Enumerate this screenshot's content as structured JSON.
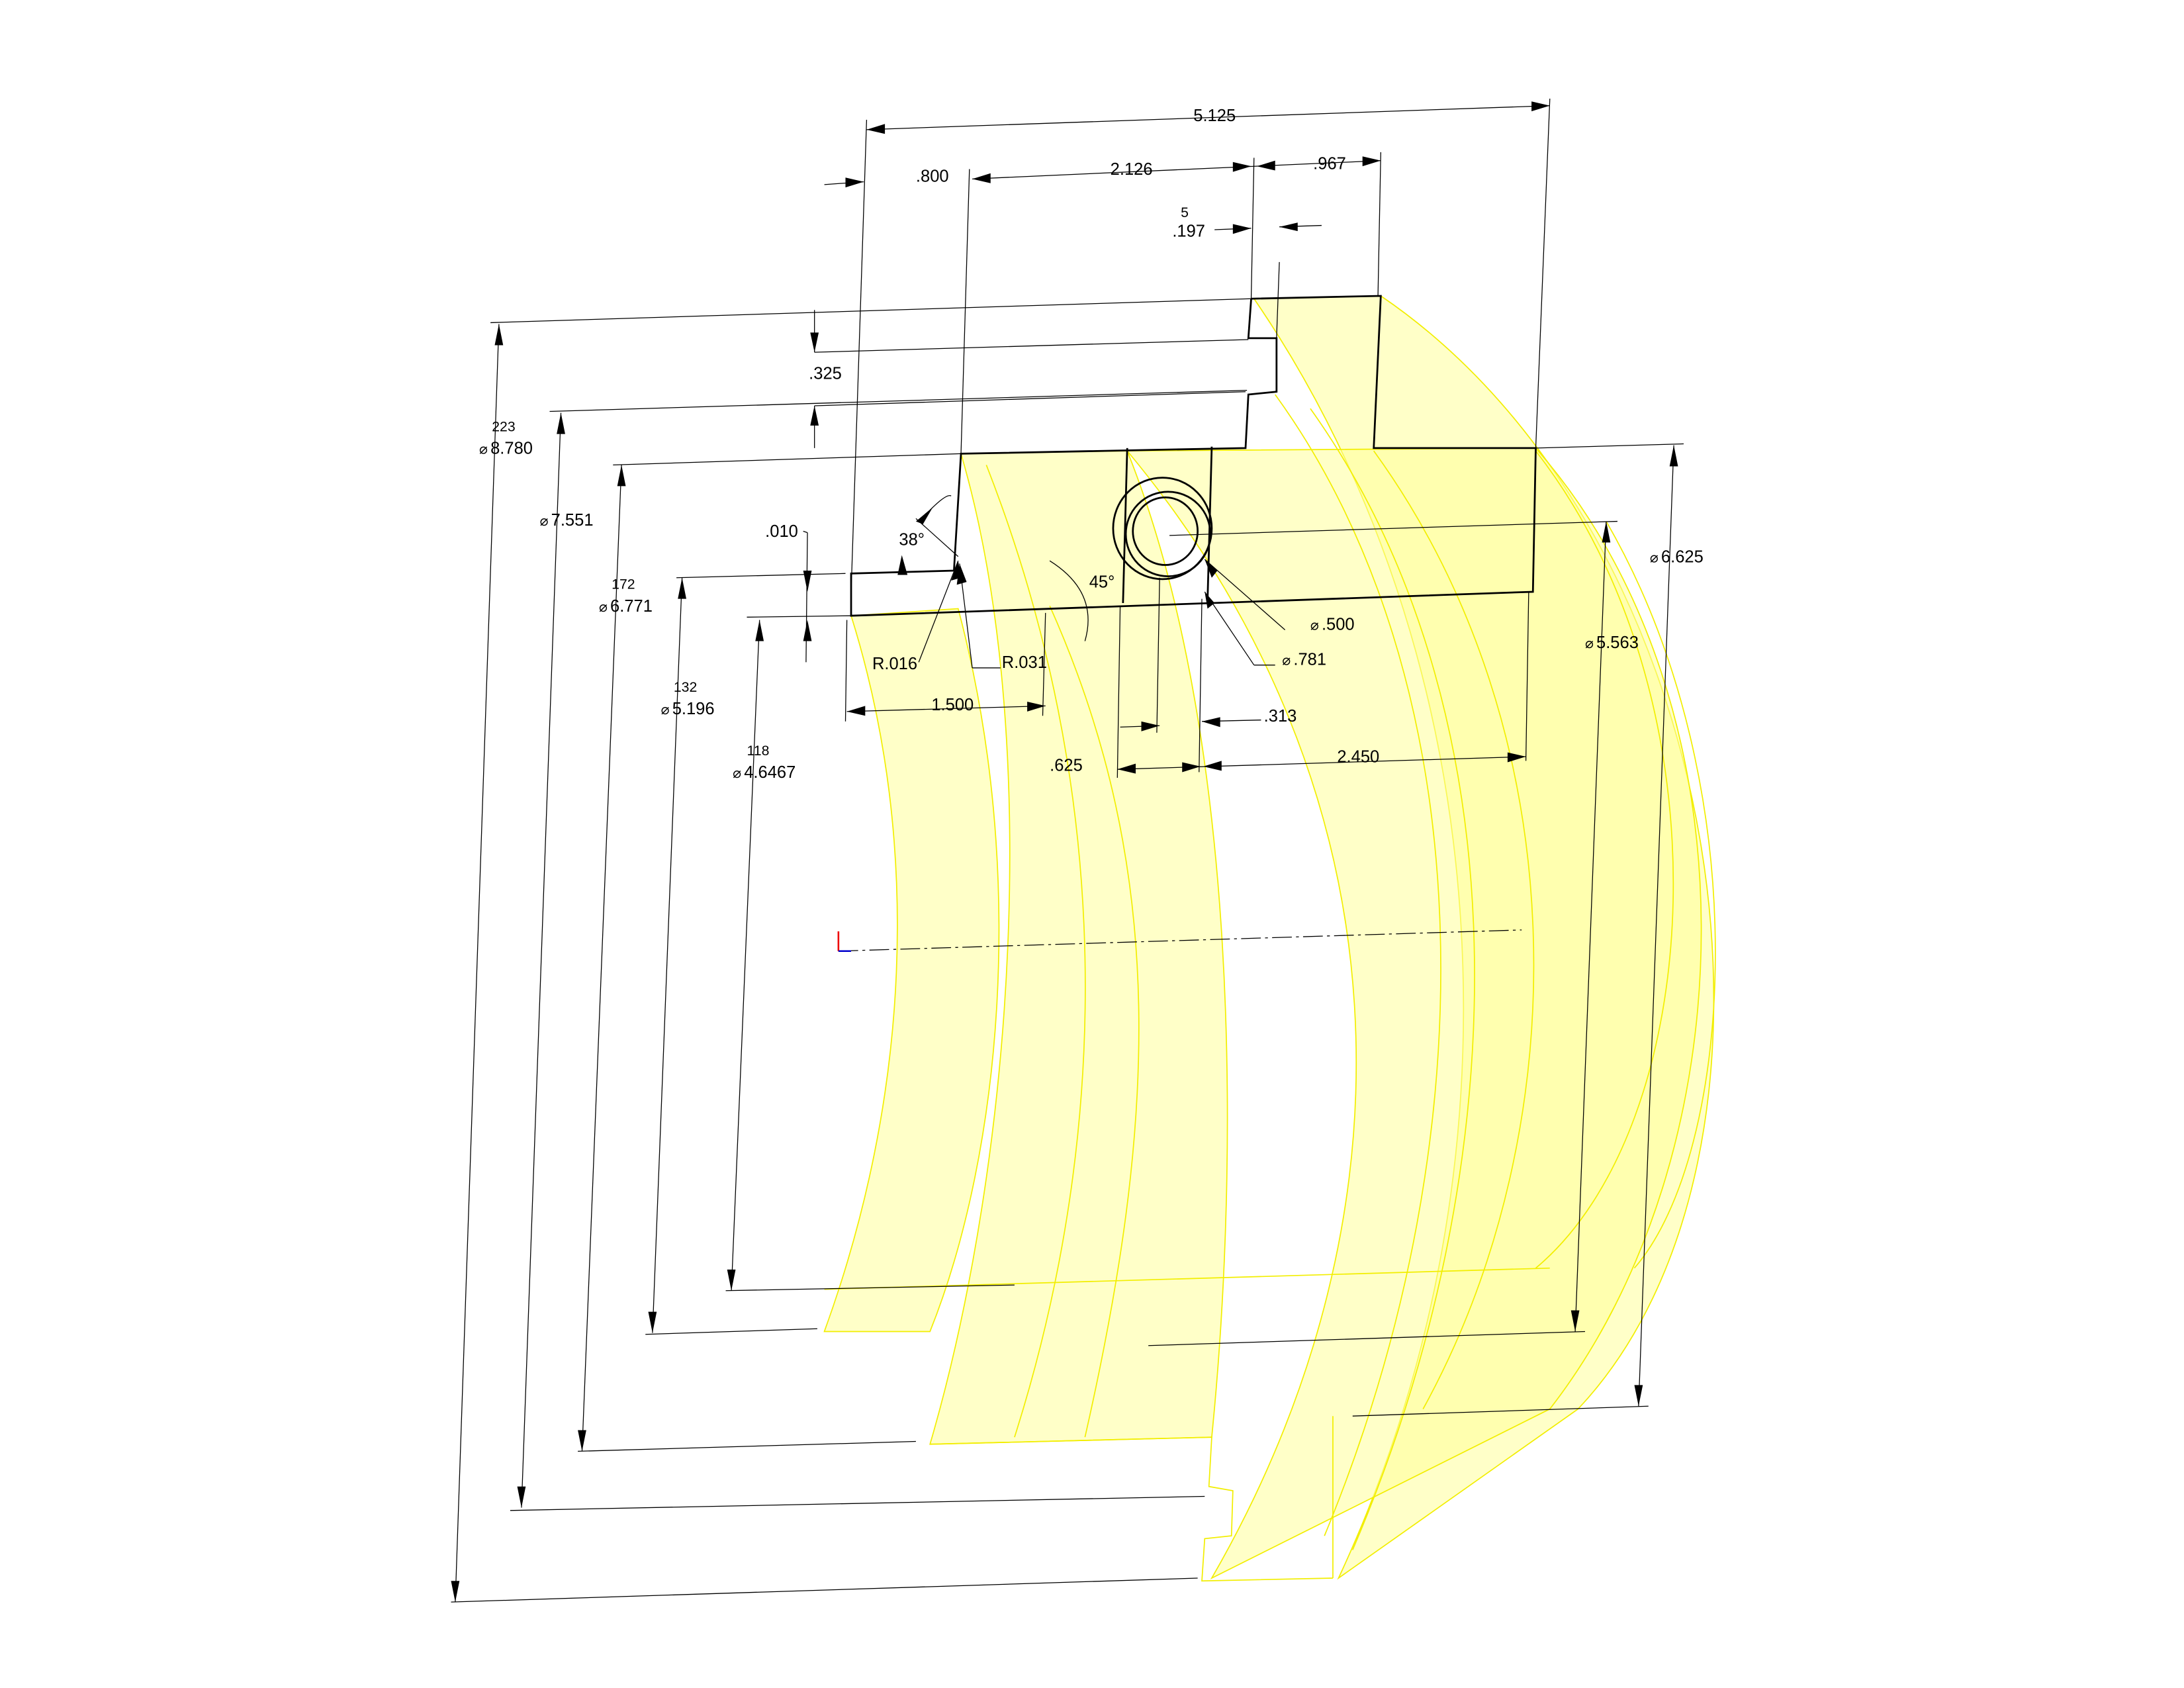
{
  "drawing": {
    "overall_width": "5.125",
    "left_step": ".800",
    "middle_width": "2.126",
    "flange_width": ".967",
    "groove_tol": "5",
    "groove_width": ".197",
    "groove_depth": ".325",
    "dia_8780_tol": "223",
    "dia_8780": "8.780",
    "dia_7551": "7.551",
    "dia_6771_tol": "172",
    "dia_6771": "6.771",
    "dia_5196_tol": "132",
    "dia_5196": "5.196",
    "dia_46467_tol": "118",
    "dia_46467": "4.6467",
    "dia_6625": "6.625",
    "dia_5563": "5.563",
    "step_010": ".010",
    "angle_38": "38°",
    "angle_45": "45°",
    "radius_016": "R.016",
    "radius_031": "R.031",
    "len_1500": "1.500",
    "hole_500": ".500",
    "hole_781": ".781",
    "len_313": ".313",
    "len_625": ".625",
    "len_2450": "2.450",
    "diameter_symbol": "⌀"
  },
  "colors": {
    "surface": "#ffff9a",
    "edge": "#f2ee00"
  }
}
